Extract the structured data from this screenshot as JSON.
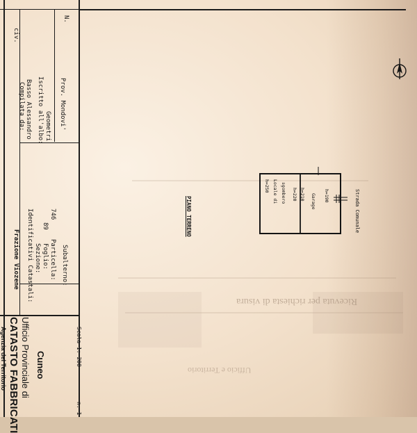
{
  "header": {
    "agency_top": "Agenzia del Territorio",
    "catasto": "CATASTO FABBRICATI",
    "ufficio": "Ufficio Provinciale di",
    "provincia": "Cuneo",
    "scheda": "n. 1",
    "scala": "Scala 1: 200"
  },
  "location": {
    "frazione": "Frazione Viozene",
    "civ_label": "civ."
  },
  "identificativi": {
    "title": "Identificativi Catastali:",
    "sezione_label": "Sezione:",
    "foglio_label": "Foglio:",
    "foglio_value": "89",
    "particella_label": "Particella:",
    "particella_value": "746",
    "subalterno_label": "Subalterno:"
  },
  "compilata": {
    "title": "Compilata da:",
    "name": "Basso Alessandro",
    "iscritto": "Iscritto all'albo:",
    "albo": "Geometri",
    "prov_label": "Prov. Mondovi'",
    "n_label": "N."
  },
  "plan": {
    "floor_title": "PIANO TERRENO",
    "room1_height": "h=250",
    "room1_name_a": "Locale di",
    "room1_name_b": "sgombero",
    "h_220": "h=220",
    "h_210": "h=210",
    "room2_name": "Garage",
    "h_190": "h=190",
    "street": "Strada Comunale"
  },
  "ghost": {
    "line1": "Ricevuta per richiesta di visura",
    "line2": "Ufficio e Territorio"
  },
  "colors": {
    "paper": "#f6e7d4",
    "ink": "#1b1b1b",
    "shadow": "#c9a98a"
  },
  "icons": {
    "north": "north-arrow-icon"
  }
}
